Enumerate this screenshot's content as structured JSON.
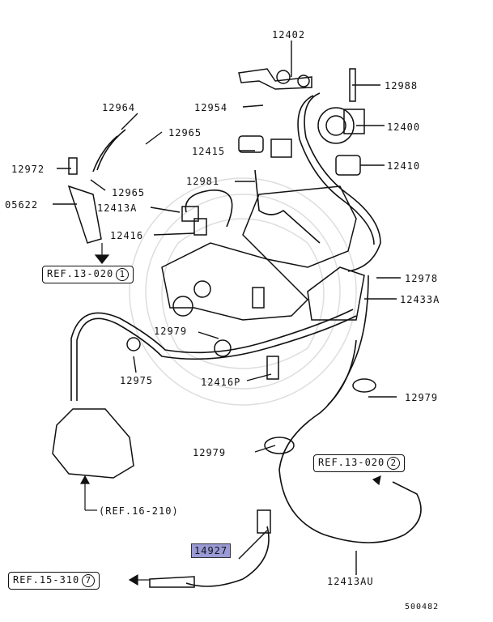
{
  "labels": {
    "p12402": "12402",
    "p12988": "12988",
    "p12964": "12964",
    "p12954": "12954",
    "p12400": "12400",
    "p12965a": "12965",
    "p12415": "12415",
    "p12972": "12972",
    "p12410": "12410",
    "p12965b": "12965",
    "p12981": "12981",
    "p05622": "05622",
    "p12413A": "12413A",
    "p12416": "12416",
    "p12978": "12978",
    "p12433A": "12433A",
    "p12979a": "12979",
    "p12975": "12975",
    "p12416P": "12416P",
    "p12979b": "12979",
    "p12979c": "12979",
    "p14927": "14927",
    "p12413AU": "12413AU"
  },
  "refs": {
    "ref1_text": "REF.13-020",
    "ref1_num": "1",
    "ref2_text": "REF.13-020",
    "ref2_num": "2",
    "ref3_text": "(REF.16-210)",
    "ref4_text": "REF.15-310",
    "ref4_num": "7"
  },
  "diagram_code": "500482",
  "colors": {
    "highlight": "#9a9ad6",
    "line": "#111111"
  }
}
